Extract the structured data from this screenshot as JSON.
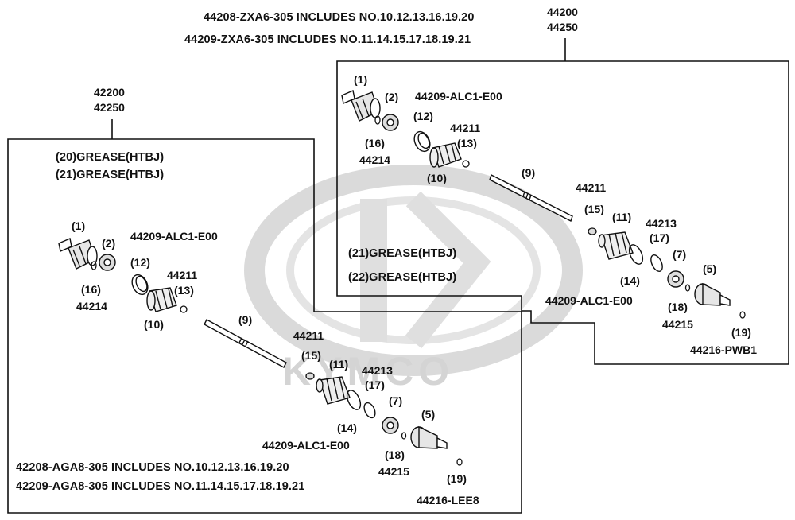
{
  "top_notes": {
    "line1": "44208-ZXA6-305  INCLUDES NO.10.12.13.16.19.20",
    "line2": "44209-ZXA6-305  INCLUDES NO.11.14.15.17.18.19.21"
  },
  "right_assy": {
    "code_a": "44200",
    "code_b": "44250",
    "callouts": {
      "c1": "(1)",
      "c2": "(2)",
      "p_alc1": "44209-ALC1-E00",
      "c12": "(12)",
      "c16": "(16)",
      "p44214": "44214",
      "p44211_a": "44211",
      "c13": "(13)",
      "c10": "(10)",
      "c9": "(9)",
      "p44211_b": "44211",
      "c15": "(15)",
      "c11": "(11)",
      "p44213": "44213",
      "c17": "(17)",
      "c7": "(7)",
      "c5": "(5)",
      "c14": "(14)",
      "c18": "(18)",
      "p44215": "44215",
      "c19": "(19)",
      "p_alc1_b": "44209-ALC1-E00",
      "p_pwb1": "44216-PWB1"
    },
    "grease_a": "(21)GREASE(HTBJ)",
    "grease_b": "(22)GREASE(HTBJ)"
  },
  "left_assy": {
    "code_a": "42200",
    "code_b": "42250",
    "grease_a": "(20)GREASE(HTBJ)",
    "grease_b": "(21)GREASE(HTBJ)",
    "callouts": {
      "c1": "(1)",
      "c2": "(2)",
      "p_alc1": "44209-ALC1-E00",
      "c12": "(12)",
      "c16": "(16)",
      "p44214": "44214",
      "p44211_a": "44211",
      "c13": "(13)",
      "c10": "(10)",
      "c9": "(9)",
      "p44211_b": "44211",
      "c15": "(15)",
      "c11": "(11)",
      "p44213": "44213",
      "c17": "(17)",
      "c7": "(7)",
      "c5": "(5)",
      "c14": "(14)",
      "c18": "(18)",
      "p44215": "44215",
      "c19": "(19)",
      "p_alc1_b": "44209-ALC1-E00",
      "p_lee8": "44216-LEE8"
    },
    "bottom_note1": "42208-AGA8-305  INCLUDES NO.10.12.13.16.19.20",
    "bottom_note2": "42209-AGA8-305  INCLUDES NO.11.14.15.17.18.19.21"
  },
  "watermark": {
    "text": "KYMCO",
    "color": "#d4d4d4"
  }
}
